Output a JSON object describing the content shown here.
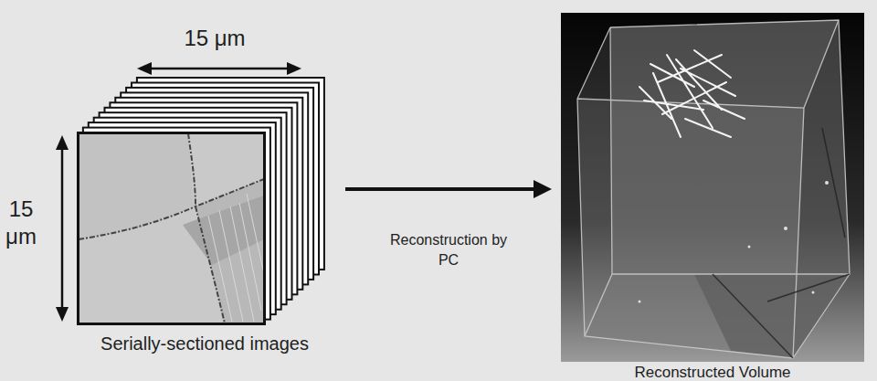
{
  "diagram": {
    "nodes": [
      {
        "text": [
          "Serially-sectioned images"
        ]
      },
      {
        "text": [
          "Reconstructed Volume"
        ]
      }
    ],
    "edges": [
      {
        "from": 0,
        "to": 1,
        "arrow": "to",
        "label": "Reconstruction by PC"
      }
    ],
    "labels": [
      "15 μm",
      "15 μm"
    ]
  }
}
